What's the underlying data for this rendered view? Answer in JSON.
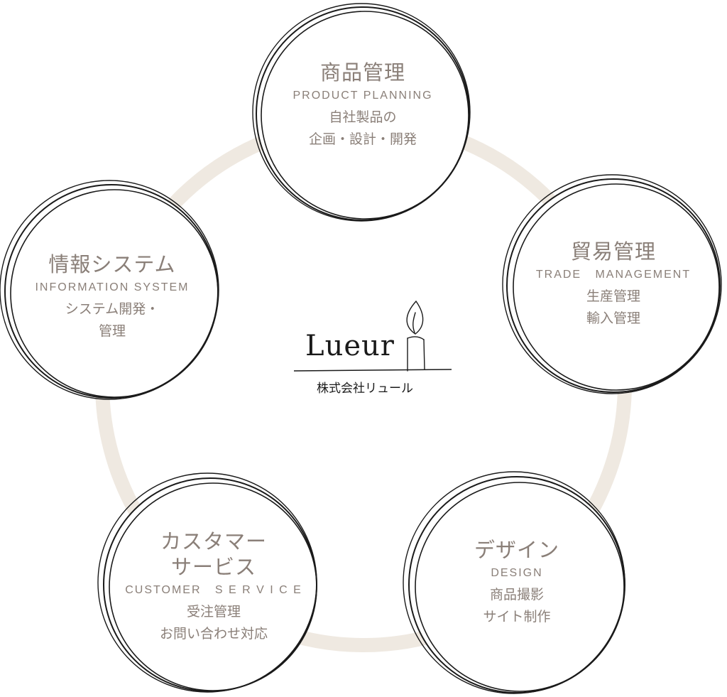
{
  "colors": {
    "ring": "#efe9e1",
    "circle_stroke": "#1a1a1a",
    "text": "#8a7f78",
    "logo": "#1a1a1a"
  },
  "logo": {
    "wordmark": "Lueur",
    "company": "株式会社リュール",
    "icon": "candle-icon"
  },
  "nodes": [
    {
      "id": "product",
      "title": "商品管理",
      "subtitle_en": "PRODUCT PLANNING",
      "desc": [
        "自社製品の",
        "企画・設計・開発"
      ]
    },
    {
      "id": "trade",
      "title": "貿易管理",
      "subtitle_en": "TRADE   MANAGEMENT",
      "desc": [
        "生産管理",
        "輸入管理"
      ]
    },
    {
      "id": "design",
      "title": "デザイン",
      "subtitle_en": "DESIGN",
      "desc": [
        "商品撮影",
        "サイト制作"
      ]
    },
    {
      "id": "customer",
      "title": [
        "カスタマー",
        "サービス"
      ],
      "subtitle_en": "CUSTOMER   S E R V I C E",
      "desc": [
        "受注管理",
        "お問い合わせ対応"
      ]
    },
    {
      "id": "info",
      "title": "情報システム",
      "subtitle_en": "INFORMATION SYSTEM",
      "desc": [
        "システム開発・",
        "管理"
      ]
    }
  ]
}
